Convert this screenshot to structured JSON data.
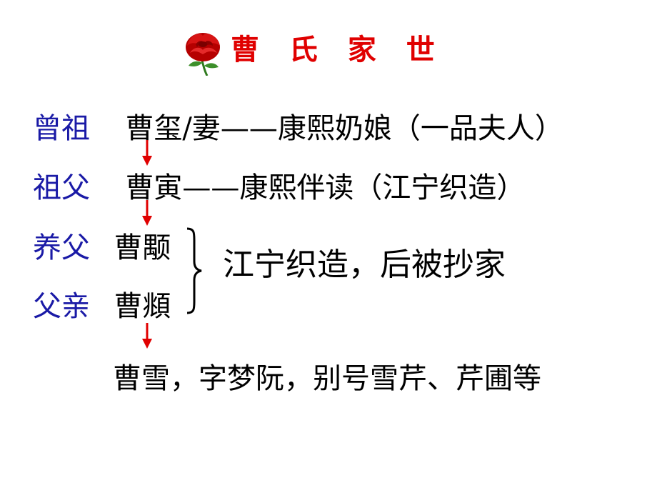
{
  "header": {
    "title": "曹 氏 家 世"
  },
  "generations": [
    {
      "role": "曾祖",
      "detail": "曹玺/妻——康熙奶娘（一品夫人）"
    },
    {
      "role": "祖父",
      "detail": "曹寅——康熙伴读（江宁织造）"
    },
    {
      "role": "养父",
      "detail": "曹颙"
    },
    {
      "role": "父亲",
      "detail": "曹頫"
    }
  ],
  "brace_note": "江宁织造，后被抄家",
  "final": "曹雪，字梦阮，别号雪芹、芹圃等",
  "colors": {
    "title": "#e00000",
    "role": "#1a1aa6",
    "arrow": "#e00000",
    "text": "#000000"
  },
  "icons": [
    "rose-icon",
    "down-arrow-icon",
    "right-brace-icon"
  ]
}
